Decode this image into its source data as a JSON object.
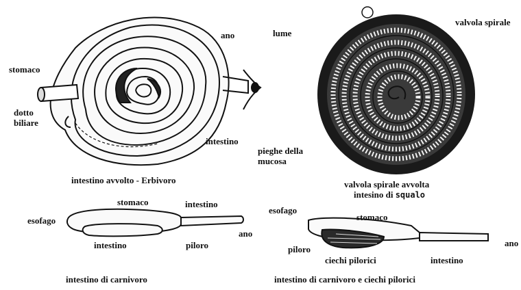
{
  "figure1": {
    "labels": {
      "stomaco": "stomaco",
      "dotto_biliare_line1": "dotto",
      "dotto_biliare_line2": "biliare",
      "ano": "ano",
      "intestino": "intestino",
      "caption": "intestino avvolto - Erbivoro"
    }
  },
  "figure2": {
    "labels": {
      "lume": "lume",
      "valvola_spirale": "valvola spirale",
      "pieghe_line1": "pieghe della",
      "pieghe_line2": "mucosa",
      "caption_line1": "valvola spirale avvolta",
      "caption_line2_prefix": "intesino di",
      "caption_line2_animal": "squalo"
    }
  },
  "figure3": {
    "labels": {
      "stomaco": "stomaco",
      "intestino_top": "intestino",
      "esofago": "esofago",
      "ano": "ano",
      "intestino_bottom": "intestino",
      "piloro": "piloro",
      "caption": "intestino di carnivoro"
    }
  },
  "figure4": {
    "labels": {
      "esofago": "esofago",
      "stomaco": "stomaco",
      "piloro": "piloro",
      "ciechi_pilorici": "ciechi pilorici",
      "intestino": "intestino",
      "ano": "ano",
      "caption": "intestino di carnivoro e ciechi pilorici"
    }
  }
}
